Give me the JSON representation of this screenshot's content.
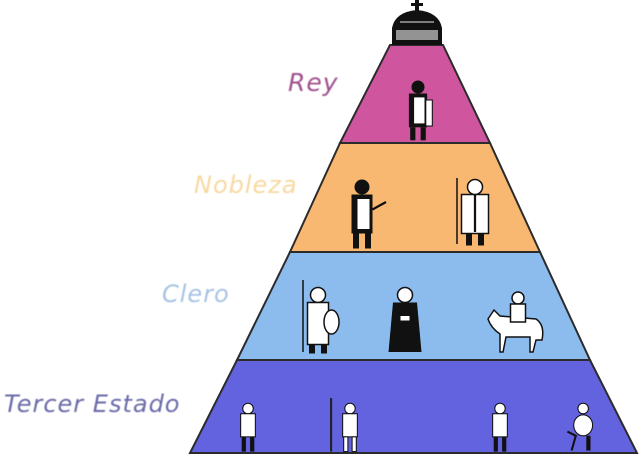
{
  "diagram": {
    "type": "pyramid",
    "title": "",
    "levels": [
      {
        "label": "Rey",
        "color": "#d0559f",
        "label_color": "#a0508f",
        "figures": [
          "king"
        ]
      },
      {
        "label": "Nobleza",
        "color": "#f9b872",
        "label_color": "#f7d9a0",
        "figures": [
          "noble",
          "bishop"
        ]
      },
      {
        "label": "Clero",
        "color": "#8cbcee",
        "label_color": "#a7c3e3",
        "figures": [
          "knight-with-shield",
          "priest",
          "mounted-knight"
        ]
      },
      {
        "label": "Tercer Estado",
        "color": "#6363e0",
        "label_color": "#6a6aa8",
        "figures": [
          "peasant",
          "peasant-with-staff",
          "peasant",
          "peasant-working"
        ]
      }
    ],
    "top_icon": "crown-icon",
    "outline_color": "#2b2b2b"
  }
}
